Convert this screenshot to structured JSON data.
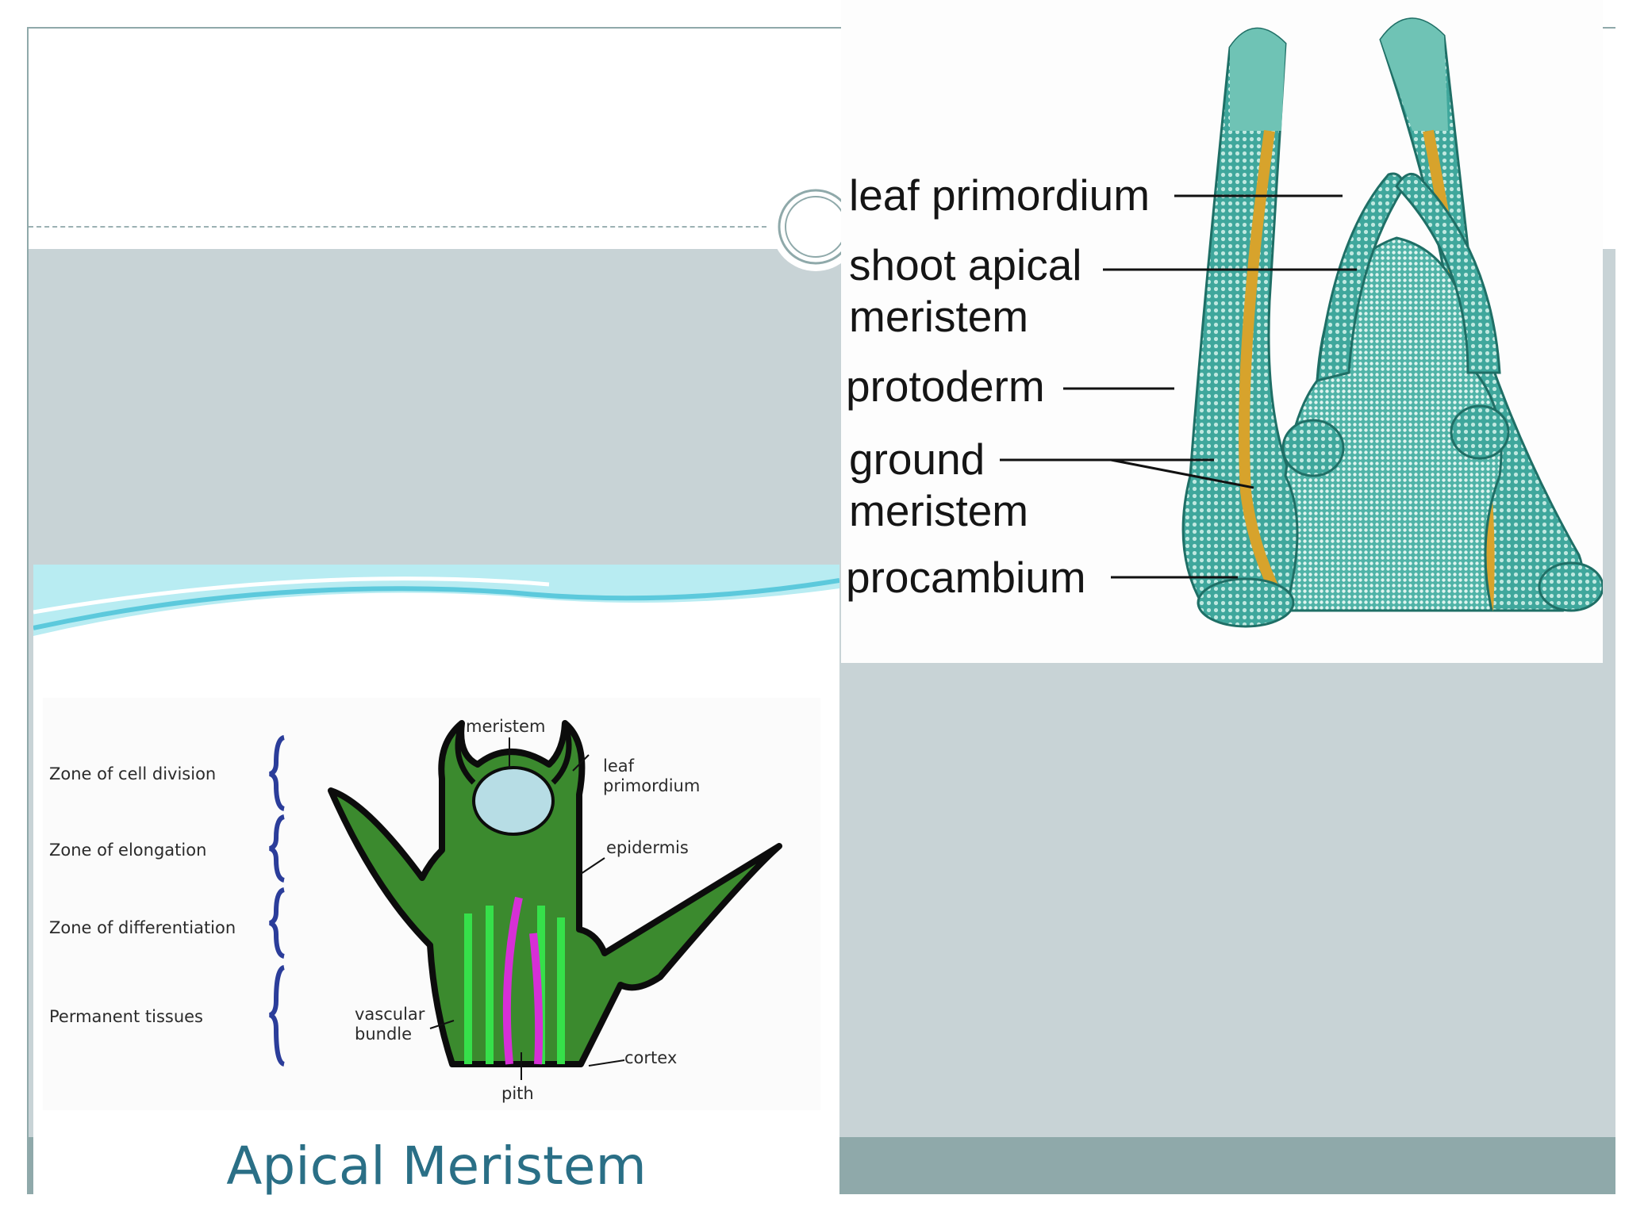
{
  "shoot_diagram": {
    "labels": {
      "leaf_primordium": "leaf primordium",
      "shoot_apical_1": "shoot apical",
      "shoot_apical_2": "meristem",
      "protoderm": "protoderm",
      "ground_1": "ground",
      "ground_2": "meristem",
      "procambium": "procambium"
    },
    "colors": {
      "tissue": "#3ea39a",
      "procambium": "#d7a32c",
      "tip": "#6fc3b5"
    }
  },
  "apical_diagram": {
    "zones": {
      "cell_division": "Zone of cell division",
      "elongation": "Zone of elongation",
      "differentiation": "Zone of differentiation",
      "permanent": "Permanent tissues"
    },
    "labels": {
      "meristem": "meristem",
      "leaf_1": "leaf",
      "leaf_2": "primordium",
      "epidermis": "epidermis",
      "vascular_1": "vascular",
      "vascular_2": "bundle",
      "cortex": "cortex",
      "pith": "pith"
    },
    "caption": "Apical Meristem",
    "colors": {
      "stem": "#3b8a2e",
      "meristem": "#b7dde5",
      "xylem": "#d62fd6",
      "vascular": "#36e04a",
      "bracket": "#2b3d9a"
    }
  }
}
